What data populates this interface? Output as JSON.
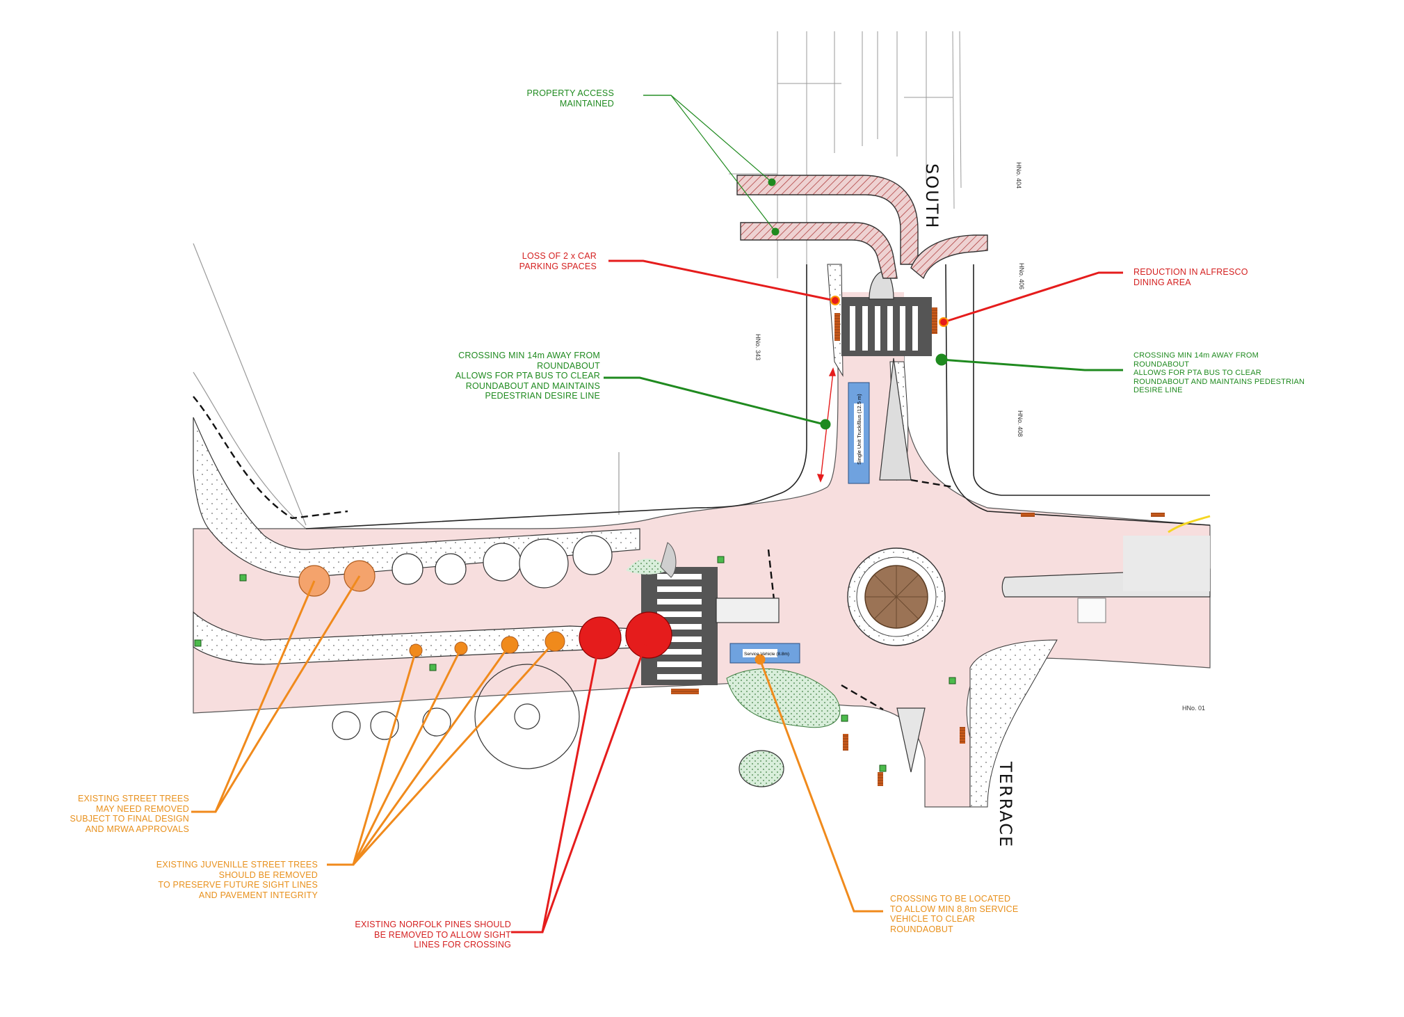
{
  "colors": {
    "road_pink": "#f7dede",
    "green_annotation": "#1f8a1f",
    "red_annotation": "#e51c1c",
    "orange_annotation": "#f08a1c",
    "bus_blue": "#6fa2df"
  },
  "streets": {
    "south": "SOUTH",
    "terrace": "TERRACE"
  },
  "house_numbers": {
    "h404": "HNo. 404",
    "h406": "HNo. 406",
    "h408": "HNo. 408",
    "h343": "HNo. 343",
    "h01": "HNo. 01"
  },
  "vehicle_labels": {
    "truck_bus": "Single Unit Truck/Bus (12.5 m)",
    "service": "Service Vehicle (8.8m)"
  },
  "annotations": {
    "property_access": "PROPERTY ACCESS\nMAINTAINED",
    "loss_parking": "LOSS OF 2 x CAR\nPARKING SPACES",
    "alfresco": "REDUCTION IN ALFRESCO\nDINING AREA",
    "crossing_left": "CROSSING MIN 14m AWAY FROM\nROUNDABOUT\nALLOWS FOR PTA BUS TO CLEAR\nROUNDABOUT AND MAINTAINS\nPEDESTRIAN DESIRE LINE",
    "crossing_right": "CROSSING MIN 14m AWAY FROM\nROUNDABOUT\nALLOWS FOR PTA BUS TO CLEAR\nROUNDABOUT AND MAINTAINS PEDESTRIAN\nDESIRE LINE",
    "street_trees": "EXISTING STREET TREES\nMAY NEED REMOVED\nSUBJECT TO FINAL DESIGN\nAND MRWA APPROVALS",
    "juvenile_trees": "EXISTING JUVENILLE STREET TREES\nSHOULD BE REMOVED\nTO PRESERVE FUTURE SIGHT LINES\nAND PAVEMENT INTEGRITY",
    "norfolk_pines": "EXISTING NORFOLK PINES SHOULD\nBE REMOVED TO ALLOW SIGHT\nLINES FOR CROSSING",
    "service_vehicle": "CROSSING TO BE LOCATED\nTO ALLOW MIN 8,8m SERVICE\nVEHICLE TO CLEAR\nROUNDAOBUT"
  }
}
